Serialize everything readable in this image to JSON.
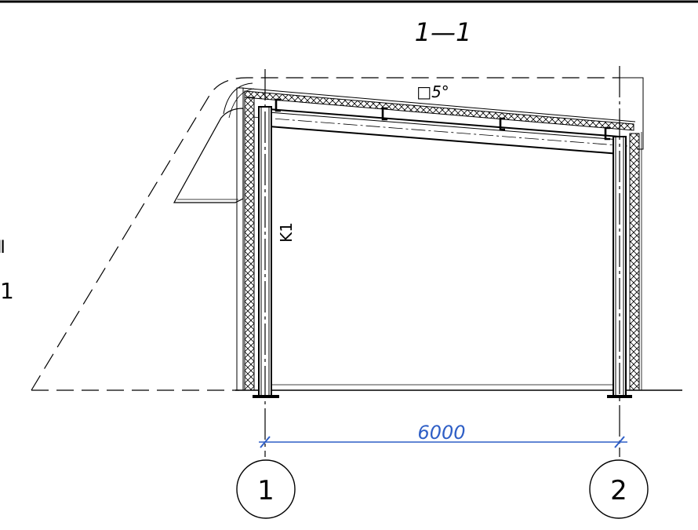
{
  "section": {
    "title": "1—1",
    "slope_label": "□5°",
    "column_label": "K1",
    "left_edge_marks": [
      "Ⅱ",
      "1"
    ]
  },
  "dimension": {
    "span": "6000",
    "color": "#2f5fc6"
  },
  "grid_axes": [
    {
      "label": "1"
    },
    {
      "label": "2"
    }
  ],
  "colors": {
    "line": "#000000",
    "dimension": "#2f5fc6",
    "background": "#ffffff"
  }
}
